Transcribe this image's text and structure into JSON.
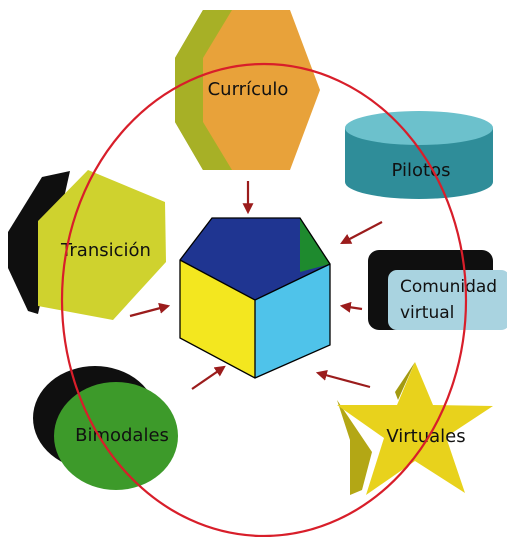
{
  "nodes": {
    "curriculo": "Currículo",
    "pilotos": "Pilotos",
    "transicion": "Transición",
    "comunidad_line1": "Comunidad",
    "comunidad_line2": "virtual",
    "bimodales": "Bimodales",
    "virtuales": "Virtuales"
  },
  "colors": {
    "arrow": "#9b1c1c",
    "ellipse": "#d81e2a",
    "curriculo": "#e8a23a",
    "pilotos": "#4aa7b3",
    "transicion": "#cfd22e",
    "comunidad": "#a9d3e0",
    "bimodales": "#3d9a2a",
    "virtuales": "#e8d21c",
    "center_yellow": "#f3e71f",
    "center_cyan": "#4fc3ea",
    "center_navy": "#1f3591",
    "center_red": "#d9301c",
    "center_green": "#1e8a2e"
  }
}
